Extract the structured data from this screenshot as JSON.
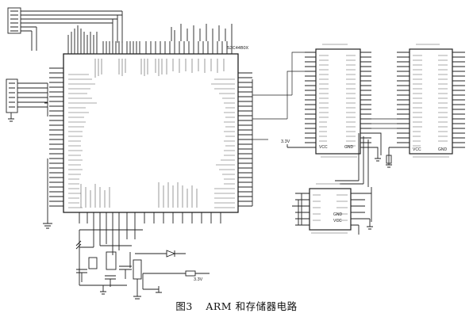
{
  "caption": {
    "figure_number": "图3",
    "title": "ARM 和存储器电路"
  },
  "labels": {
    "cpu_part": "S3C44B0X",
    "supply_label": "3.3V",
    "ground_label": "GND",
    "vcc_label": "VCC"
  }
}
